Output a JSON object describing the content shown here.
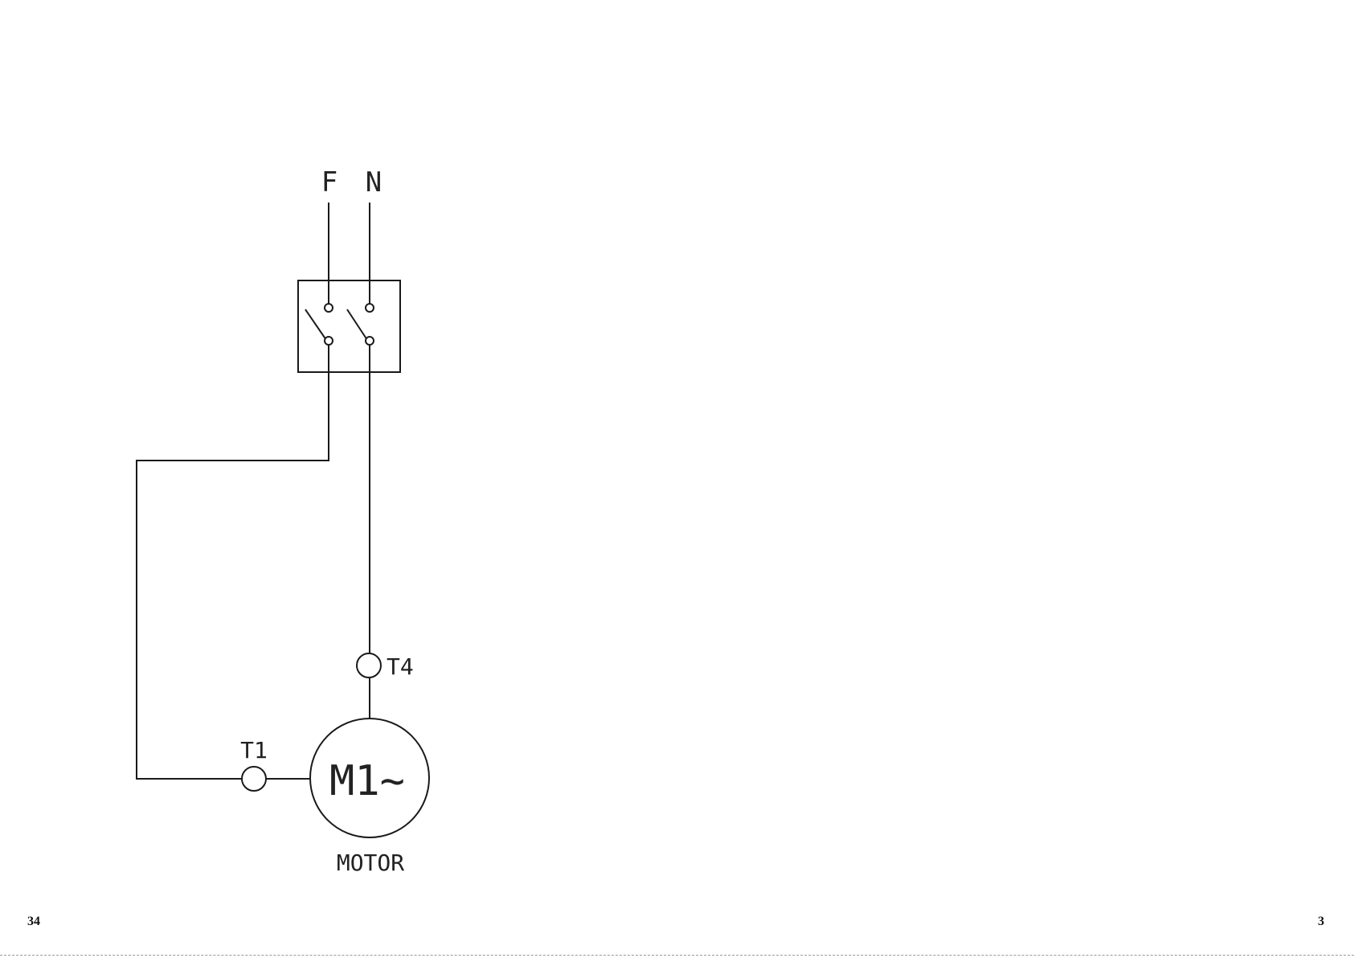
{
  "diagram": {
    "labels": {
      "phase": "F",
      "neutral": "N",
      "terminal_t1": "T1",
      "terminal_t4": "T4",
      "motor_symbol": "M1~",
      "motor_caption": "MOTOR"
    }
  },
  "page": {
    "left_number": "34",
    "right_number": "3"
  },
  "colors": {
    "line": "#1a1a1a",
    "background": "#ffffff"
  }
}
